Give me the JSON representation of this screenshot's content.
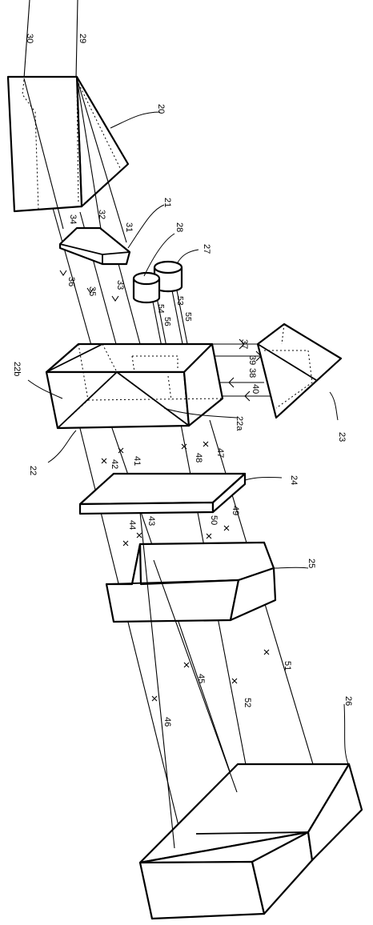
{
  "labels": {
    "l20": "20",
    "l21": "21",
    "l22": "22",
    "l22a": "22a",
    "l22b": "22b",
    "l23": "23",
    "l24": "24",
    "l25": "25",
    "l26": "26",
    "l27": "27",
    "l28": "28",
    "l29": "29",
    "l30": "30",
    "l31": "31",
    "l32": "32",
    "l33": "33",
    "l34": "34",
    "l35": "35",
    "l36": "36",
    "l37": "37",
    "l38": "38",
    "l39": "39",
    "l40": "40",
    "l41": "41",
    "l42": "42",
    "l43": "43",
    "l44": "44",
    "l45": "45",
    "l46": "46",
    "l47": "47",
    "l48": "48",
    "l49": "49",
    "l50": "50",
    "l51": "51",
    "l52": "52",
    "l53": "53",
    "l54": "54",
    "l55": "55",
    "l56": "56"
  }
}
